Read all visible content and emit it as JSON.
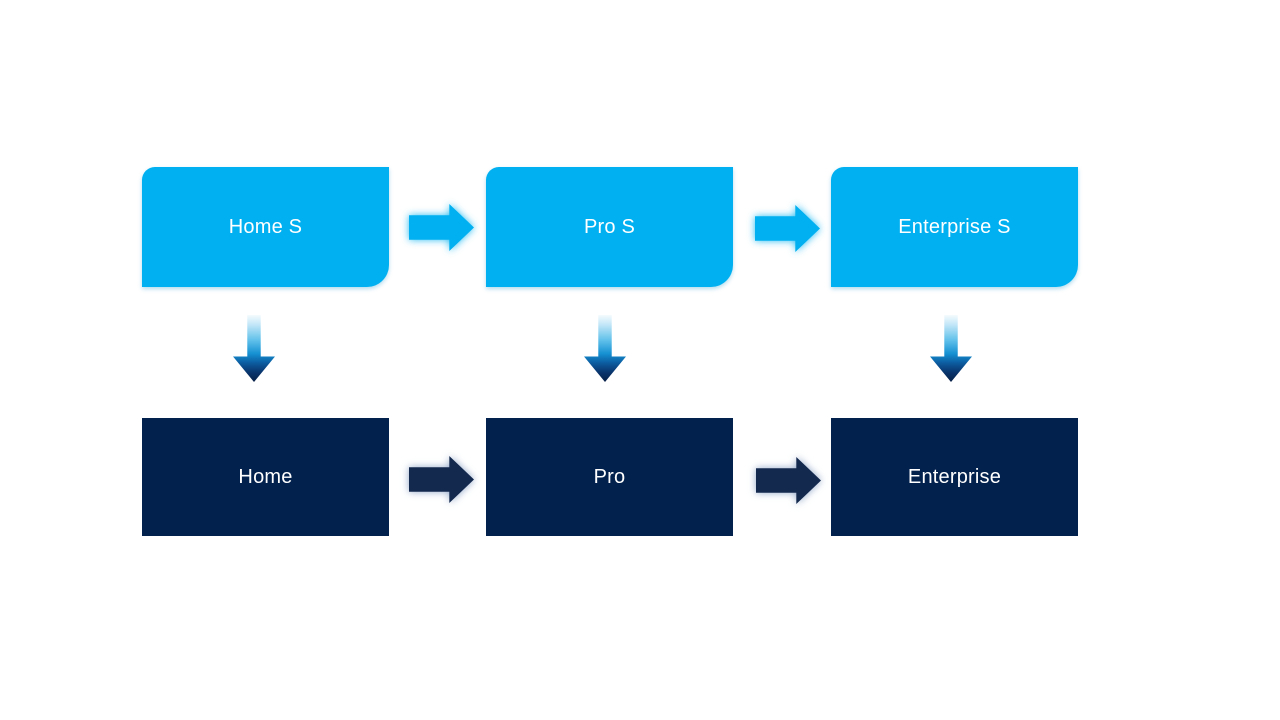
{
  "colors": {
    "background": "#ffffff",
    "accent_light_blue": "#00b0f0",
    "accent_navy": "#03214d",
    "label_text": "#ffffff"
  },
  "icons": {
    "horizontal_connector": "right-arrow",
    "vertical_connector": "down-arrow"
  },
  "diagram": {
    "top_row": {
      "nodes": [
        {
          "label": "Home S"
        },
        {
          "label": "Pro S"
        },
        {
          "label": "Enterprise S"
        }
      ]
    },
    "bottom_row": {
      "nodes": [
        {
          "label": "Home"
        },
        {
          "label": "Pro"
        },
        {
          "label": "Enterprise"
        }
      ]
    }
  }
}
